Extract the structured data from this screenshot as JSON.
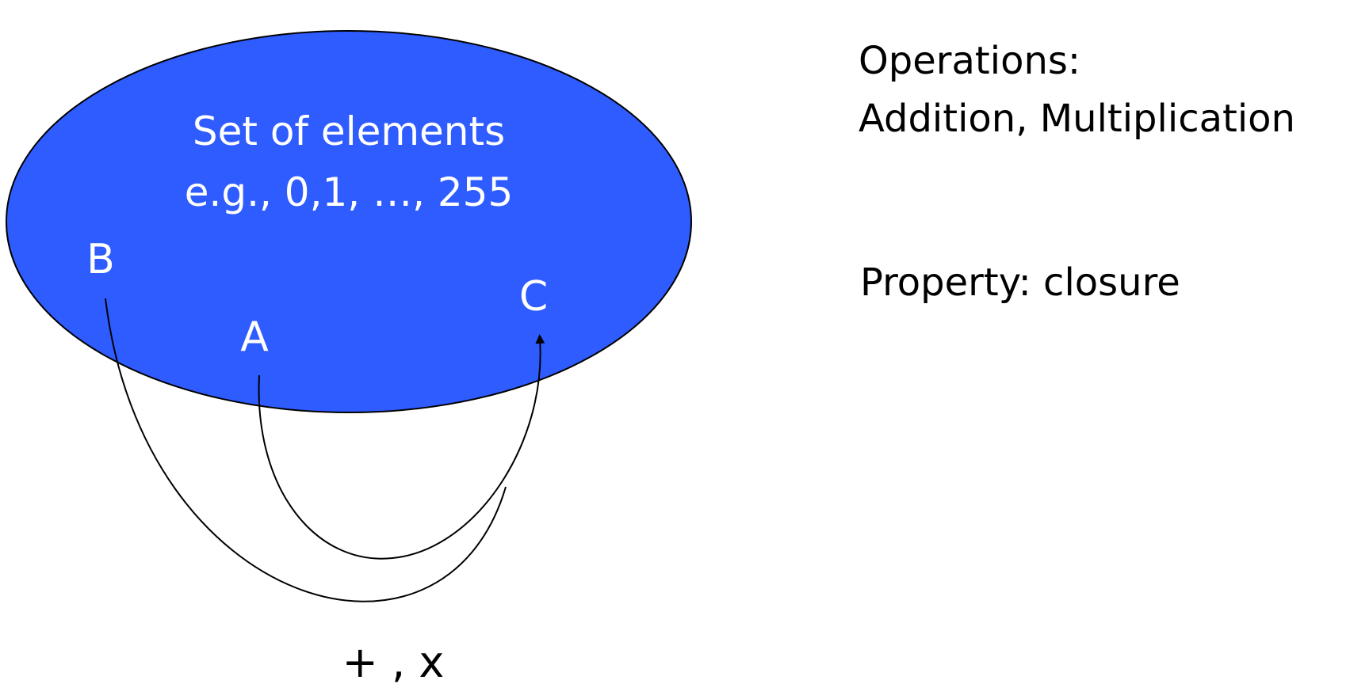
{
  "set": {
    "title": "Set of elements",
    "example": "e.g., 0,1, …, 255",
    "fill_color": "#2f5cff"
  },
  "elements": {
    "a": "A",
    "b": "B",
    "c": "C"
  },
  "operators_label": "+ , x",
  "operations": {
    "heading": "Operations:",
    "list": "Addition, Multiplication"
  },
  "property": "Property: closure"
}
